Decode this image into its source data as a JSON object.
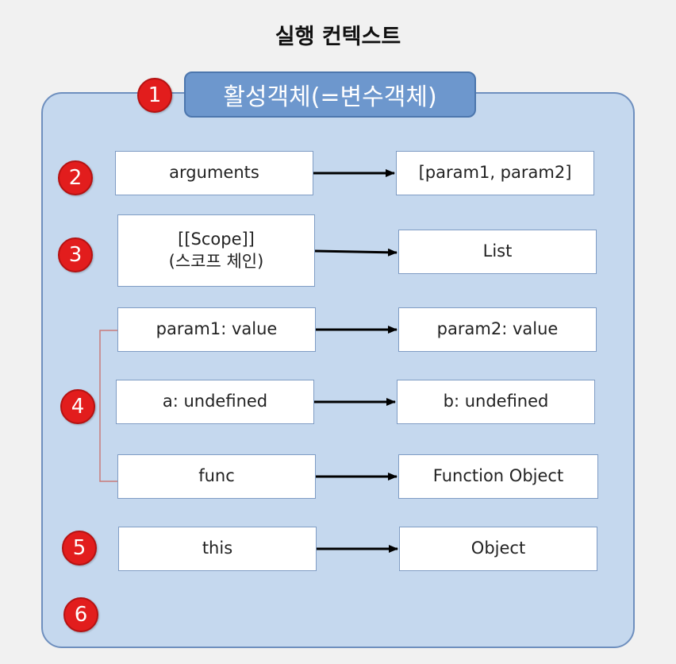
{
  "title": "실행 컨텍스트",
  "header_label": "활성객체(=변수객체)",
  "badges": [
    "1",
    "2",
    "3",
    "4",
    "5",
    "6"
  ],
  "rows": [
    {
      "left": "arguments",
      "right": "[param1, param2]"
    },
    {
      "left_line1": "[[Scope]]",
      "left_line2": "(스코프 체인)",
      "right": "List"
    },
    {
      "left": "param1: value",
      "right": "param2: value"
    },
    {
      "left": "a: undefined",
      "right": "b: undefined"
    },
    {
      "left": "func",
      "right": "Function Object"
    },
    {
      "left": "this",
      "right": "Object"
    }
  ],
  "colors": {
    "panel_fill": "#c5d8ee",
    "header_fill": "#6d97cd",
    "badge_fill": "#e21d1d",
    "bracket": "#c97a7a"
  }
}
